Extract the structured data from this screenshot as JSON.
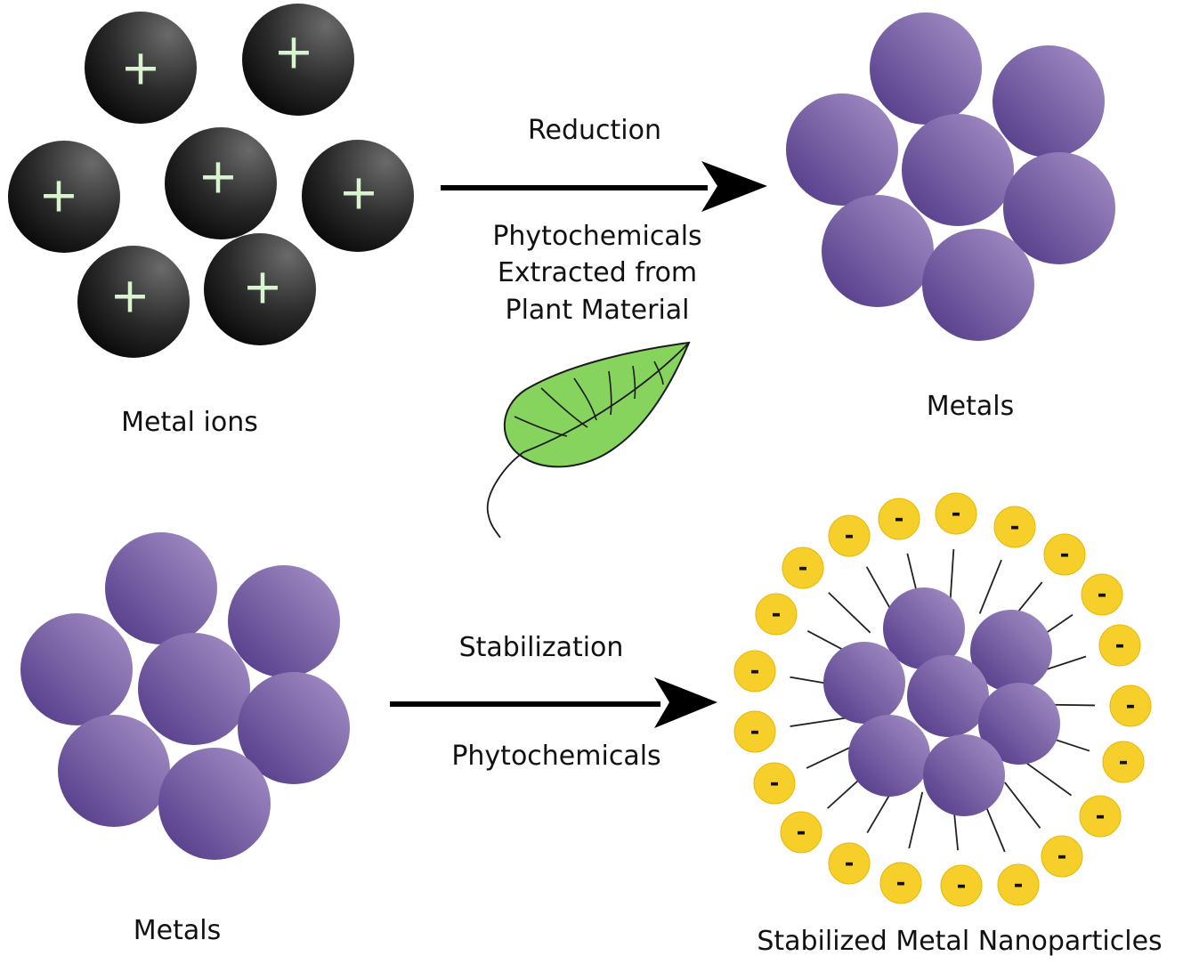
{
  "labels": {
    "metal_ions": "Metal ions",
    "metals_top": "Metals",
    "metals_bottom": "Metals",
    "stabilized": "Stabilized Metal Nanoparticles",
    "reduction": "Reduction",
    "phyto_line1": "Phytochemicals",
    "phyto_line2": "Extracted from",
    "phyto_line3": "Plant Material",
    "stabilization": "Stabilization",
    "phyto_bottom": "Phytochemicals"
  },
  "symbols": {
    "ion_charge": "+",
    "ligand_charge": "-"
  },
  "colors": {
    "ion_light": "#6a6a6a",
    "ion_dark": "#050505",
    "charge_plus": "#d9f5d0",
    "metal_light": "#a893c8",
    "metal_dark": "#4e3585",
    "leaf_fill": "#86d35e",
    "ligand_fill": "#f6cf2b",
    "ligand_stroke": "#e7b800",
    "arrow": "#000000"
  },
  "icons": {
    "ion": "metal-ion-icon",
    "metal_particle": "metal-particle-icon",
    "leaf": "leaf-icon",
    "ligand": "phytochemical-ligand-icon"
  }
}
